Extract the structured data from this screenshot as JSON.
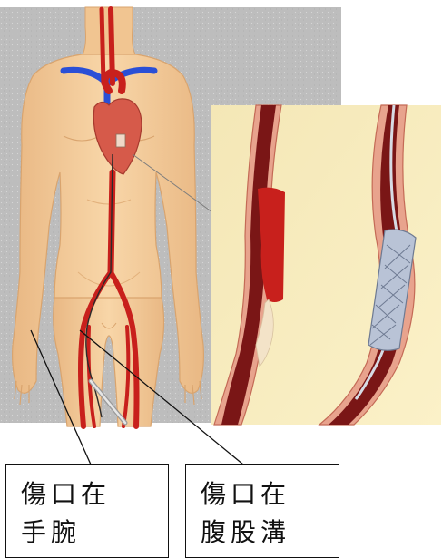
{
  "labels": {
    "wrist": "傷口在\n手腕",
    "groin": "傷口在\n腹股溝"
  },
  "colors": {
    "background_panel": "#b9b9b9",
    "skin": "#f6cf9e",
    "artery": "#c8201c",
    "vein": "#2a4fd6",
    "heart": "#d65a4a",
    "vessel_wall": "#e8a38d",
    "lumen": "#7a1616",
    "plaque": "#f3e3c8",
    "stent": "#b9c3d6"
  },
  "icons": [
    "body-figure",
    "heart-icon",
    "catheter-icon",
    "vessel-cross-section",
    "stent-icon"
  ]
}
